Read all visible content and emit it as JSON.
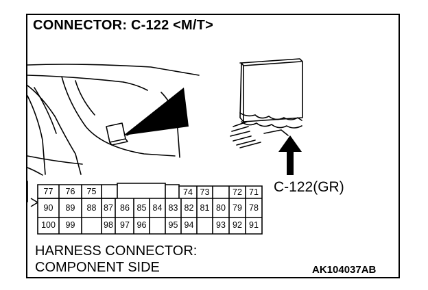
{
  "title": "CONNECTOR: C-122 <M/T>",
  "callout_label": "C-122(GR)",
  "caption": {
    "line1": "HARNESS CONNECTOR:",
    "line2": "COMPONENT SIDE"
  },
  "figure_code": "AK104037AB",
  "connector_pins": {
    "row1": [
      "77",
      "76",
      "75",
      "74",
      "73",
      "72",
      "71"
    ],
    "row2": [
      "90",
      "89",
      "88",
      "87",
      "86",
      "85",
      "84",
      "83",
      "82",
      "81",
      "80",
      "79",
      "78"
    ],
    "row3": [
      "100",
      "99",
      "98",
      "97",
      "96",
      "95",
      "94",
      "93",
      "92",
      "91"
    ]
  }
}
